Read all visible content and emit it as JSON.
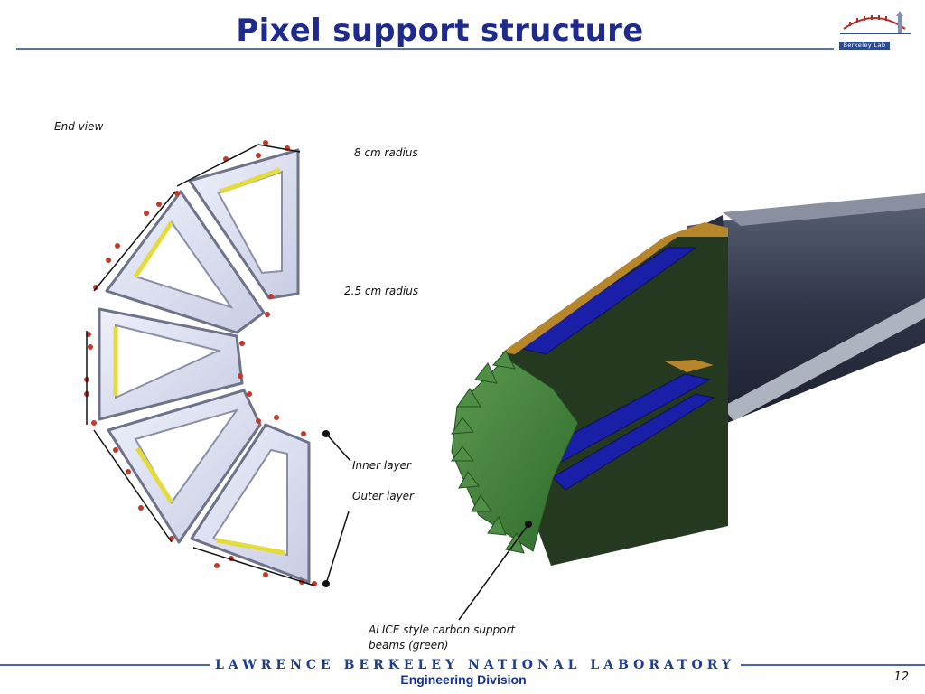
{
  "slide": {
    "title": "Pixel support structure",
    "page_number": "12"
  },
  "labels": {
    "end_view": "End view",
    "radius_8": "8 cm radius",
    "radius_2_5": "2.5 cm radius",
    "inner_layer": "Inner layer",
    "outer_layer": "Outer layer",
    "alice_line1": "ALICE style carbon support",
    "alice_line2": "beams (green)"
  },
  "footer": {
    "lab_name": "Lawrence Berkeley National Laboratory",
    "division": "Engineering Division"
  },
  "logo": {
    "text": "Berkeley Lab"
  },
  "colors": {
    "title": "#1e2a8c",
    "rule": "#5b73ad",
    "frame_fill": "#d8dcf0",
    "frame_edge": "#7a7f95",
    "yellow_strip": "#e3dc3c",
    "carbon_green": "#3f7f3a",
    "module_blue": "#1a1fa8",
    "module_gold": "#b8862a",
    "beam_pipe": "#3b4256"
  }
}
